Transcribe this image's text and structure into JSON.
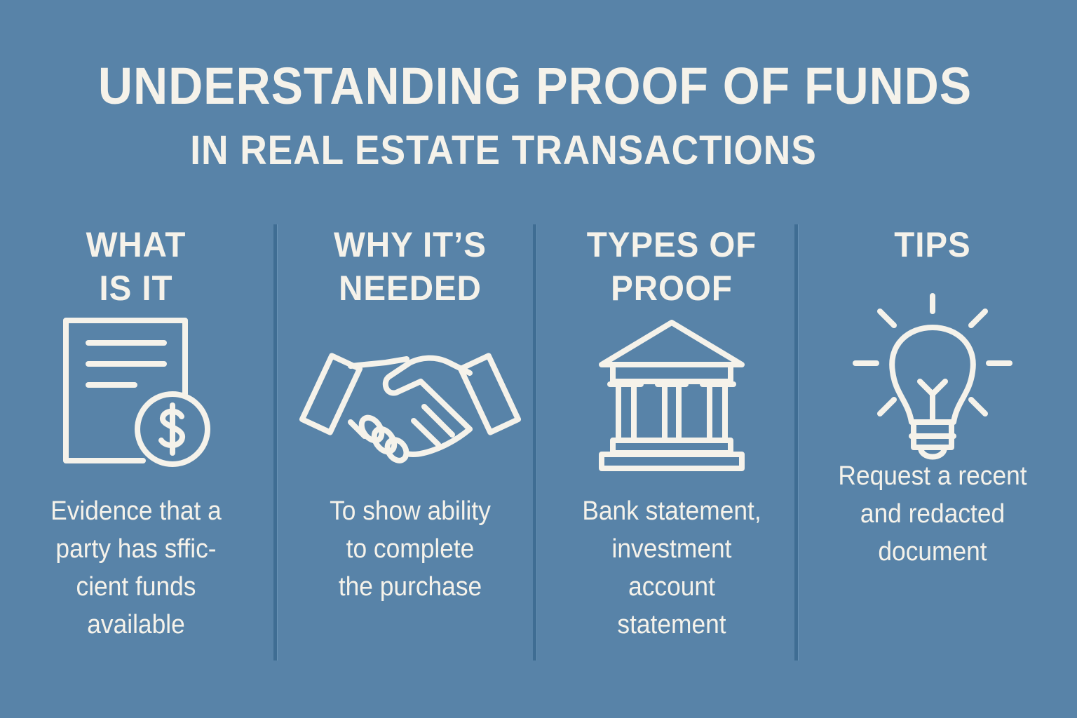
{
  "title": {
    "line1": "UNDERSTANDING PROOF OF FUNDS",
    "line2": "IN REAL ESTATE TRANSACTIONS"
  },
  "colors": {
    "background": "#5883a8",
    "text": "#f5f2ea",
    "divider": "#3f6d93"
  },
  "columns": [
    {
      "heading_line1": "WHAT",
      "heading_line2": "IS IT",
      "icon": "document-dollar-icon",
      "description": "Evidence that a\nparty has sffic-\ncient funds\navailable"
    },
    {
      "heading_line1": "WHY IT’S",
      "heading_line2": "NEEDED",
      "icon": "handshake-icon",
      "description": "To show ability\nto complete\nthe purchase"
    },
    {
      "heading_line1": "TYPES OF",
      "heading_line2": "PROOF",
      "icon": "bank-icon",
      "description": "Bank statement,\ninvestment\naccount\nstatement"
    },
    {
      "heading_line1": "TIPS",
      "heading_line2": "",
      "icon": "lightbulb-icon",
      "description": "Request a recent\nand redacted\ndocument"
    }
  ]
}
